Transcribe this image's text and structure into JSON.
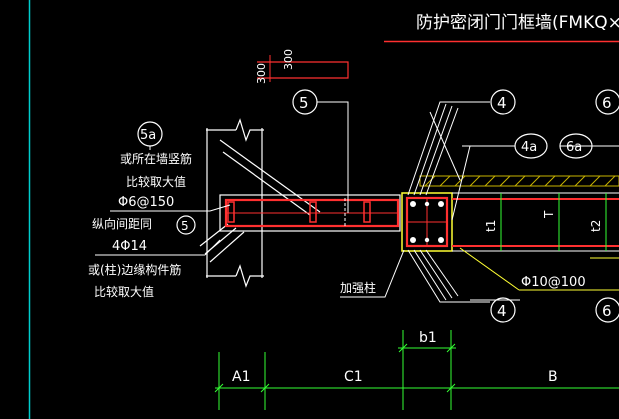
{
  "title": "防护密闭门门框墙(FMKQ×)结构立",
  "labels": {
    "dim_300_a": "300",
    "dim_300_b": "300",
    "note_vertical_1": "或所在墙竖筋",
    "note_vertical_2": "比较取大值",
    "spec_tie": "Φ6@150",
    "note_spacing": "纵向间距同",
    "spec_main": "4Φ14",
    "note_edge_1": "或(柱)边缘构件筋",
    "note_edge_2": "比较取大值",
    "add_column": "加强柱",
    "spec_stirrup": "Φ10@100",
    "tag_T": "T",
    "tag_t1": "t1",
    "tag_t2": "t2"
  },
  "callouts": [
    "5",
    "5a",
    "5",
    "4",
    "4a",
    "6a",
    "6",
    "4",
    "6"
  ],
  "axis": {
    "b1": "b1",
    "A1": "A1",
    "C1": "C1",
    "B": "B"
  },
  "colors": {
    "background": "#000000",
    "line_white": "#ffffff",
    "line_red": "#ff3030",
    "line_green": "#33ff33",
    "line_yellow": "#ffff33",
    "line_cyan": "#00cccc",
    "hatch": "#c8b400"
  }
}
